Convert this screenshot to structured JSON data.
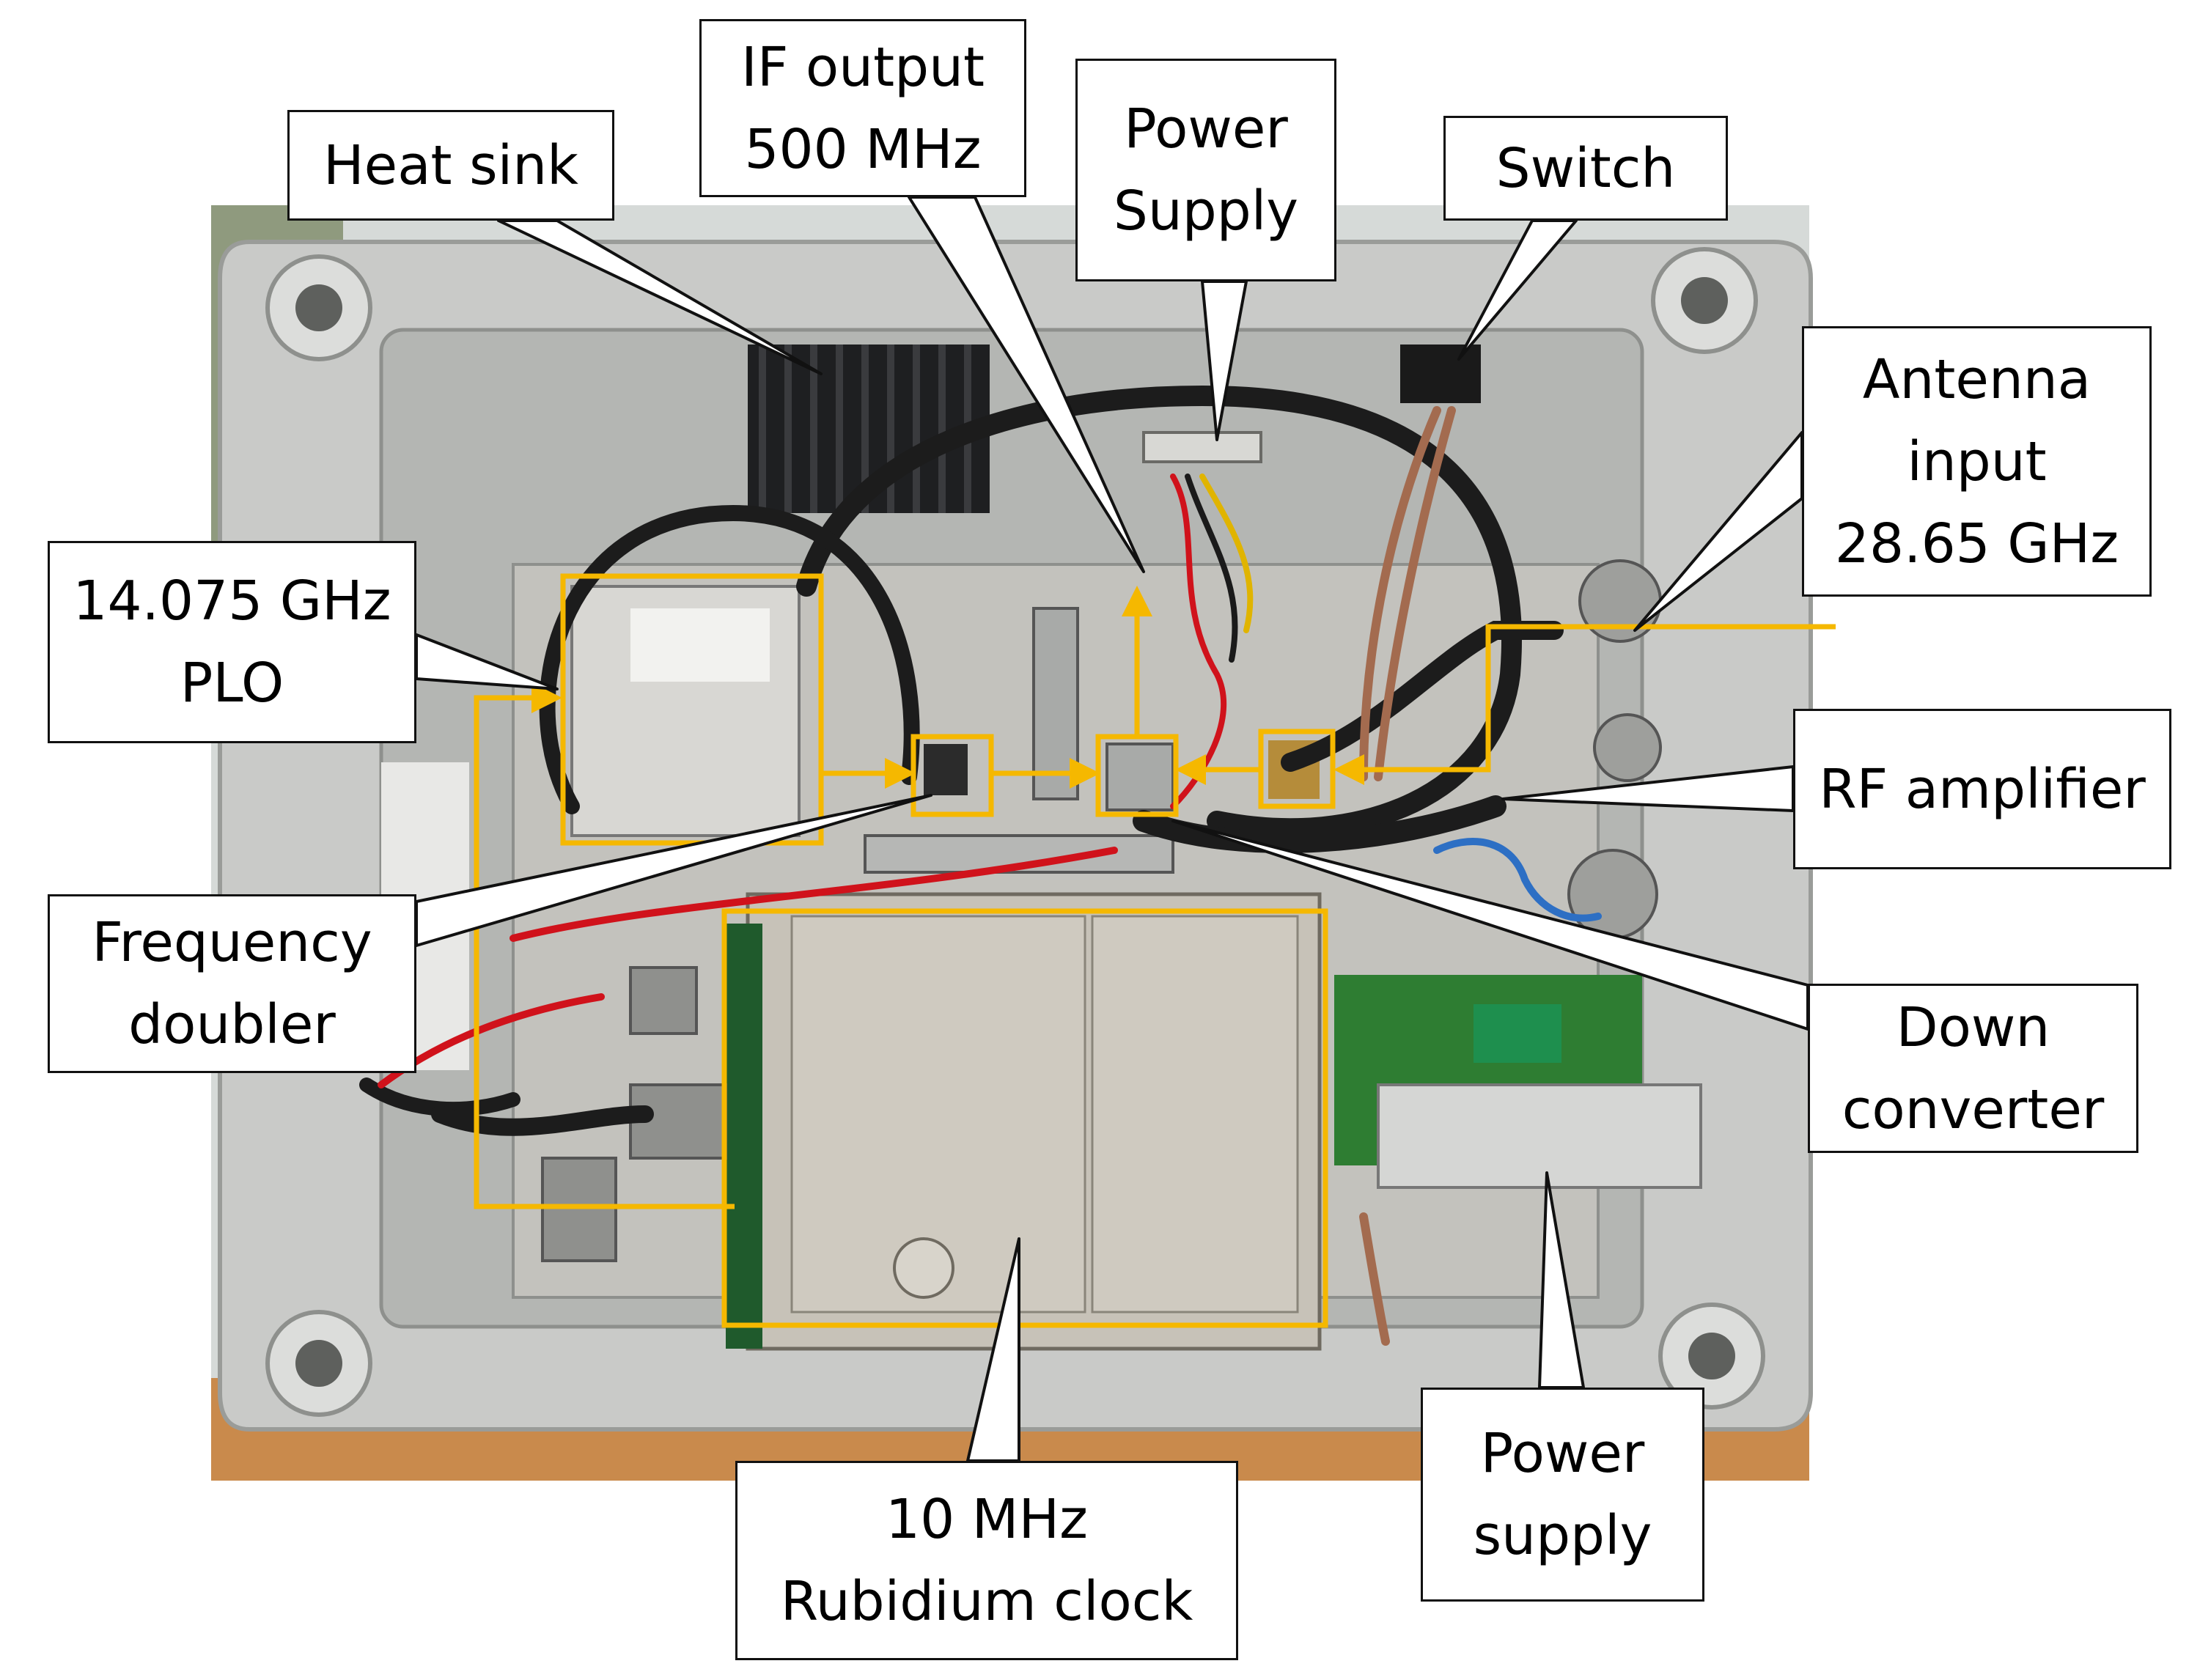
{
  "labels": {
    "heat_sink": [
      "Heat sink"
    ],
    "if_output": [
      "IF output",
      "500 MHz"
    ],
    "power_supply_top": [
      "Power",
      "Supply"
    ],
    "switch": [
      "Switch"
    ],
    "antenna_input": [
      "Antenna",
      "input",
      "28.65 GHz"
    ],
    "plo": [
      "14.075 GHz",
      "PLO"
    ],
    "rf_amplifier": [
      "RF amplifier"
    ],
    "frequency_doubler": [
      "Frequency",
      "doubler"
    ],
    "down_converter": [
      "Down",
      "converter"
    ],
    "rubidium_clock": [
      "10 MHz",
      "Rubidium clock"
    ],
    "power_supply_bottom": [
      "Power",
      "supply"
    ]
  },
  "colors": {
    "signal_path": "#f5b800",
    "box_border": "#111111",
    "enclosure": "#c9cac8",
    "enclosure_inner": "#b4b6b3",
    "cable": "#1c1c1c",
    "wire_red": "#d0121b",
    "wire_blue": "#2d6fc4",
    "wire_brown": "#a36b4f",
    "pcb_green": "#2e7d32",
    "metal": "#a8aaa8",
    "table": "#c98a4c"
  }
}
